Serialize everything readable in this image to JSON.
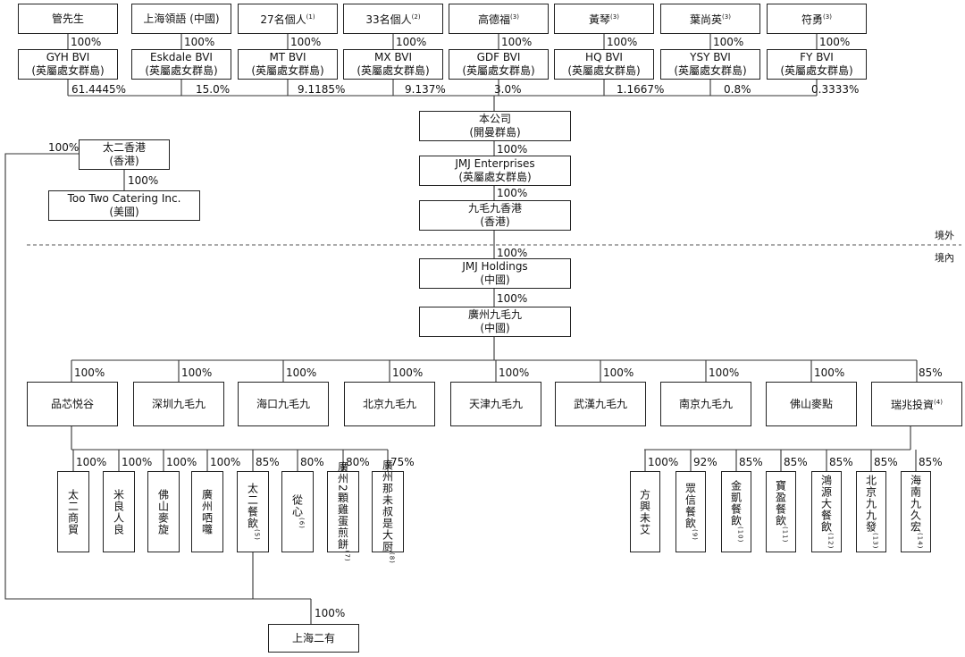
{
  "shareholders": [
    {
      "name": "管先生",
      "note": "",
      "bvi": "GYH BVI",
      "bvi_sub": "(英屬處女群島)",
      "own": "100%",
      "stake": "61.4445%"
    },
    {
      "name": "上海領語 (中國)",
      "note": "",
      "bvi": "Eskdale BVI",
      "bvi_sub": "(英屬處女群島)",
      "own": "100%",
      "stake": "15.0%"
    },
    {
      "name": "27名個人",
      "note": "(1)",
      "bvi": "MT BVI",
      "bvi_sub": "(英屬處女群島)",
      "own": "100%",
      "stake": "9.1185%"
    },
    {
      "name": "33名個人",
      "note": "(2)",
      "bvi": "MX BVI",
      "bvi_sub": "(英屬處女群島)",
      "own": "100%",
      "stake": "9.137%"
    },
    {
      "name": "高德福",
      "note": "(3)",
      "bvi": "GDF BVI",
      "bvi_sub": "(英屬處女群島)",
      "own": "100%",
      "stake": "3.0%"
    },
    {
      "name": "黃琴",
      "note": "(3)",
      "bvi": "HQ BVI",
      "bvi_sub": "(英屬處女群島)",
      "own": "100%",
      "stake": "1.1667%"
    },
    {
      "name": "葉尚英",
      "note": "(3)",
      "bvi": "YSY BVI",
      "bvi_sub": "(英屬處女群島)",
      "own": "100%",
      "stake": "0.8%"
    },
    {
      "name": "符勇",
      "note": "(3)",
      "bvi": "FY BVI",
      "bvi_sub": "(英屬處女群島)",
      "own": "100%",
      "stake": "0.3333%"
    }
  ],
  "company": {
    "name": "本公司",
    "sub": "(開曼群島)"
  },
  "jmj_ent": {
    "name": "JMJ Enterprises",
    "sub": "(英屬處女群島)",
    "pct": "100%"
  },
  "jmj_hk": {
    "name": "九毛九香港",
    "sub": "(香港)",
    "pct": "100%"
  },
  "taier_hk": {
    "name": "太二香港",
    "sub": "(香港)",
    "pct": "100%"
  },
  "too_two": {
    "name": "Too Two Catering Inc.",
    "sub": "(美國)",
    "pct": "100%"
  },
  "offshore_label": "境外",
  "onshore_label": "境內",
  "jmj_holdings": {
    "name": "JMJ Holdings",
    "sub": "(中國)",
    "pct": "100%"
  },
  "gz_jmj": {
    "name": "廣州九毛九",
    "sub": "(中國)",
    "pct": "100%"
  },
  "subsidiaries": [
    {
      "name": "品芯悦谷",
      "note": "",
      "pct": "100%"
    },
    {
      "name": "深圳九毛九",
      "note": "",
      "pct": "100%"
    },
    {
      "name": "海口九毛九",
      "note": "",
      "pct": "100%"
    },
    {
      "name": "北京九毛九",
      "note": "",
      "pct": "100%"
    },
    {
      "name": "天津九毛九",
      "note": "",
      "pct": "100%"
    },
    {
      "name": "武漢九毛九",
      "note": "",
      "pct": "100%"
    },
    {
      "name": "南京九毛九",
      "note": "",
      "pct": "100%"
    },
    {
      "name": "佛山麥點",
      "note": "",
      "pct": "100%"
    },
    {
      "name": "瑞兆投資",
      "note": "(4)",
      "pct": "85%"
    }
  ],
  "left_children": [
    {
      "name": "太二商貿",
      "note": "",
      "pct": "100%"
    },
    {
      "name": "米良人良",
      "note": "",
      "pct": "100%"
    },
    {
      "name": "佛山麥旋",
      "note": "",
      "pct": "100%"
    },
    {
      "name": "廣州哂囖",
      "note": "",
      "pct": "100%"
    },
    {
      "name": "太二餐飲",
      "note": "(5)",
      "pct": "85%"
    },
    {
      "name": "從心",
      "note": "(6)",
      "pct": "80%"
    },
    {
      "name": "廣州2顆雞蛋煎餅",
      "note": "(7)",
      "pct": "80%"
    },
    {
      "name": "廣州那未叔是大厨",
      "note": "(8)",
      "pct": "75%"
    }
  ],
  "right_children": [
    {
      "name": "方興未艾",
      "note": "",
      "pct": "100%"
    },
    {
      "name": "眾信餐飲",
      "note": "(9)",
      "pct": "92%"
    },
    {
      "name": "金凱餐飲",
      "note": "(10)",
      "pct": "85%"
    },
    {
      "name": "寶盈餐飲",
      "note": "(11)",
      "pct": "85%"
    },
    {
      "name": "鴻源大餐飲",
      "note": "(12)",
      "pct": "85%"
    },
    {
      "name": "北京九九發",
      "note": "(13)",
      "pct": "85%"
    },
    {
      "name": "海南九久宏",
      "note": "(14)",
      "pct": "85%"
    }
  ],
  "shanghai": {
    "name": "上海二有",
    "pct": "100%"
  }
}
